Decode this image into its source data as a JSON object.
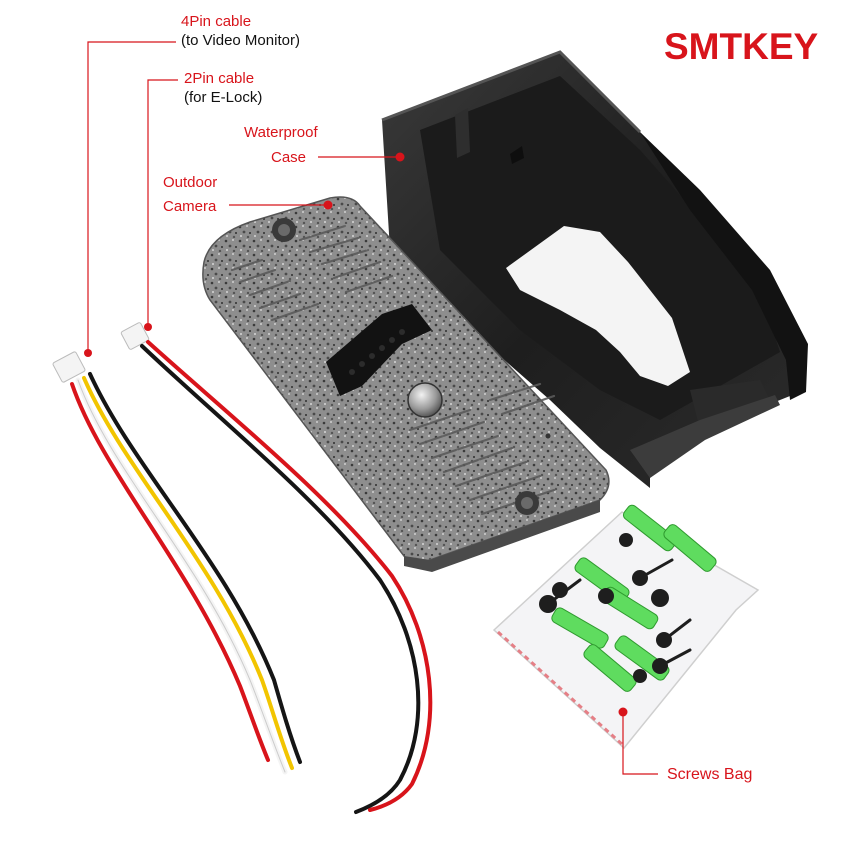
{
  "brand": {
    "logo_text": "SMTKEY"
  },
  "labels": {
    "pin4_title": "4Pin cable",
    "pin4_sub": "(to Video Monitor)",
    "pin2_title": "2Pin cable",
    "pin2_sub": "(for E-Lock)",
    "case_line1": "Waterproof",
    "case_line2": "Case",
    "camera_line1": "Outdoor",
    "camera_line2": "Camera",
    "screws": "Screws Bag"
  },
  "colors": {
    "accent": "#d8141b",
    "text": "#111111",
    "case_body": "#232323",
    "panel": "#8c8c8c",
    "wire_red": "#d8141b",
    "wire_yellow": "#f2c500",
    "wire_black": "#151515",
    "wire_white": "#f4f4f4",
    "anchor_green": "#5fdc5f"
  }
}
